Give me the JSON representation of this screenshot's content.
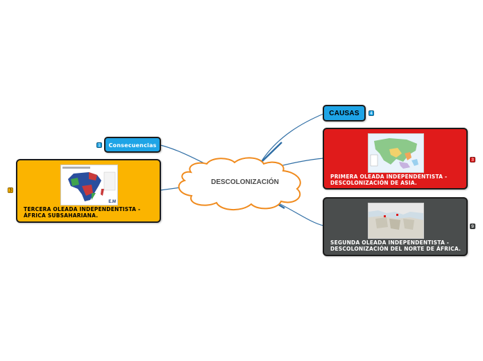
{
  "central": {
    "label": "DESCOLONIZACIÓN"
  },
  "nodes": {
    "causas": {
      "label": "CAUSAS",
      "badge": "4",
      "color": "#1ea4e6",
      "badge_color": "#1ea4e6"
    },
    "consecuencias": {
      "label": "Consecuencias",
      "badge": "1",
      "color": "#1ea4e6",
      "badge_color": "#1ea4e6"
    },
    "primera": {
      "label": "PRIMERA OLEADA INDEPENDENTISTA - DESCOLONIZACIÓN DE ASIA.",
      "badge": "3",
      "color": "#e01b1b",
      "badge_color": "#e01b1b"
    },
    "segunda": {
      "label": "SEGUNDA OLEADA INDEPENDENTISTA - DESCOLONIZACIÓN DEL NORTE DE ÁFRICA.",
      "badge": "9",
      "color": "#4a4d4d",
      "badge_color": "#4a4d4d"
    },
    "tercera": {
      "label": "TERCERA OLEADA INDEPENDENTISTA - ÁFRICA SUBSAHARIANA.",
      "badge": "3",
      "color": "#fbb400",
      "badge_color": "#fbb400"
    }
  },
  "images": {
    "africa_map_logo": "E.M",
    "africa_map_icon": "africa-decolonization-map-icon",
    "asia_map_icon": "asia-decolonization-map-icon",
    "north_africa_map_icon": "north-africa-map-icon"
  },
  "colors": {
    "connector": "#2e6da4",
    "central_border": "#f08a1c"
  }
}
